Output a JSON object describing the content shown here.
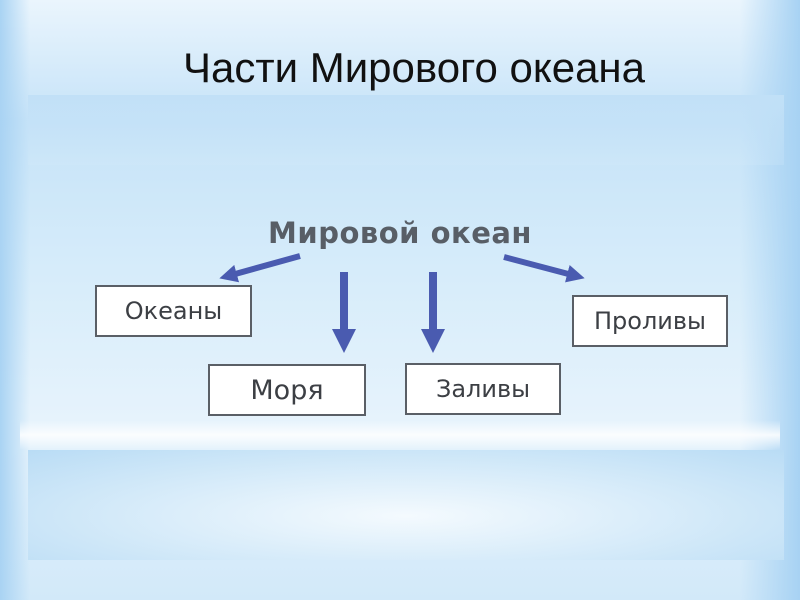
{
  "slide": {
    "title": "Части Мирового океана"
  },
  "diagram": {
    "root": "Мировой океан",
    "children": [
      "Океаны",
      "Моря",
      "Заливы",
      "Проливы"
    ],
    "arrow_color": "#4a5bb0",
    "box_border_color": "#5a5f66"
  }
}
